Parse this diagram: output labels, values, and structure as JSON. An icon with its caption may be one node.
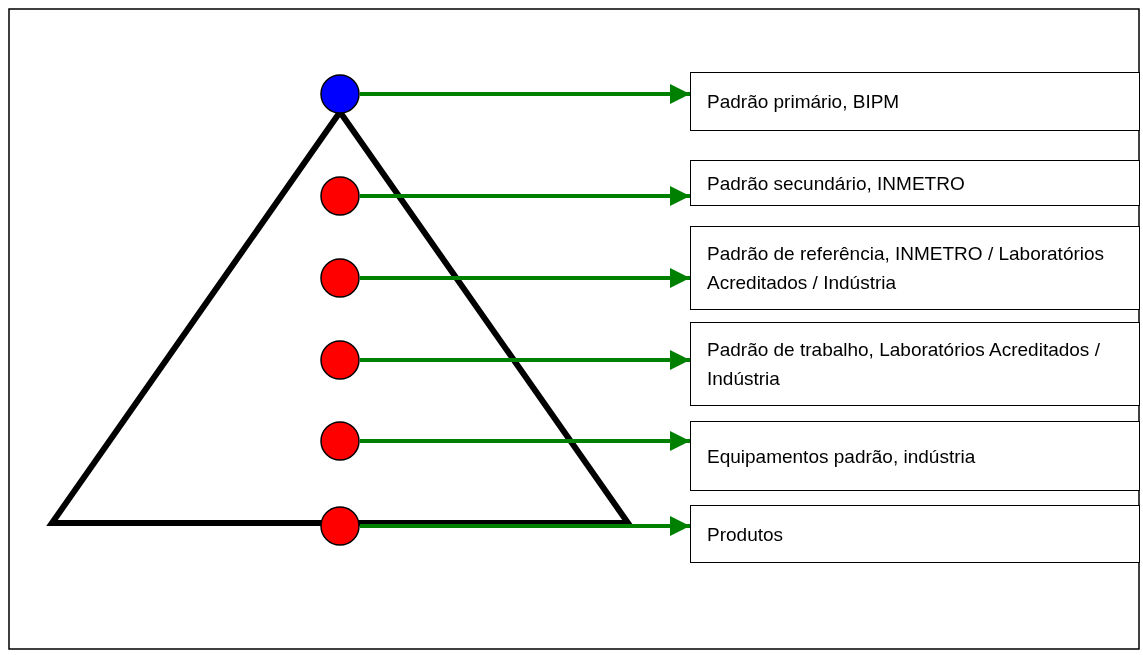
{
  "diagram": {
    "nodes": [
      {
        "text": [],
        "shape": "circle"
      },
      {
        "text": [],
        "shape": "circle"
      },
      {
        "text": [],
        "shape": "circle"
      },
      {
        "text": [],
        "shape": "circle"
      },
      {
        "text": [],
        "shape": "circle"
      },
      {
        "text": [],
        "shape": "circle"
      },
      {
        "text": [
          "Padrão primário, BIPM"
        ]
      },
      {
        "text": [
          "Padrão secundário, INMETRO"
        ]
      },
      {
        "text": [
          "Padrão de referência, INMETRO / Laboratórios Acreditados / Indústria"
        ]
      },
      {
        "text": [
          "Padrão de trabalho, Laboratórios Acreditados / Indústria"
        ]
      },
      {
        "text": [
          "Equipamentos padrão, indústria"
        ]
      },
      {
        "text": [
          "Produtos"
        ]
      }
    ],
    "edges": [
      {
        "from": 0,
        "to": 6,
        "arrow": "to",
        "color": "#008000"
      },
      {
        "from": 1,
        "to": 7,
        "arrow": "to",
        "color": "#008000"
      },
      {
        "from": 2,
        "to": 8,
        "arrow": "to",
        "color": "#008000"
      },
      {
        "from": 3,
        "to": 9,
        "arrow": "to",
        "color": "#008000"
      },
      {
        "from": 4,
        "to": 10,
        "arrow": "to",
        "color": "#008000"
      },
      {
        "from": 5,
        "to": 11,
        "arrow": "to",
        "color": "#008000"
      }
    ]
  }
}
